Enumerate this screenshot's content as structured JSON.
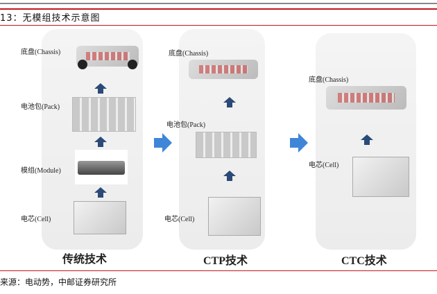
{
  "title": "13：无模组技术示意图",
  "source": "来源：电动势，中邮证券研究所",
  "panels": [
    {
      "name": "传统技术",
      "labels": {
        "chassis": "底盘(Chassis)",
        "pack": "电池包(Pack)",
        "module": "模组(Module)",
        "cell": "电芯(Cell)"
      }
    },
    {
      "name": "CTP技术",
      "labels": {
        "chassis": "底盘(Chassis)",
        "pack": "电池包(Pack)",
        "cell": "电芯(Cell)"
      }
    },
    {
      "name": "CTC技术",
      "labels": {
        "chassis": "底盘(Chassis)",
        "cell": "电芯(Cell)"
      }
    }
  ],
  "colors": {
    "accent_red": "#c0161c",
    "arrow_blue": "#3f86d8",
    "arrow_dark": "#2b4a78"
  }
}
